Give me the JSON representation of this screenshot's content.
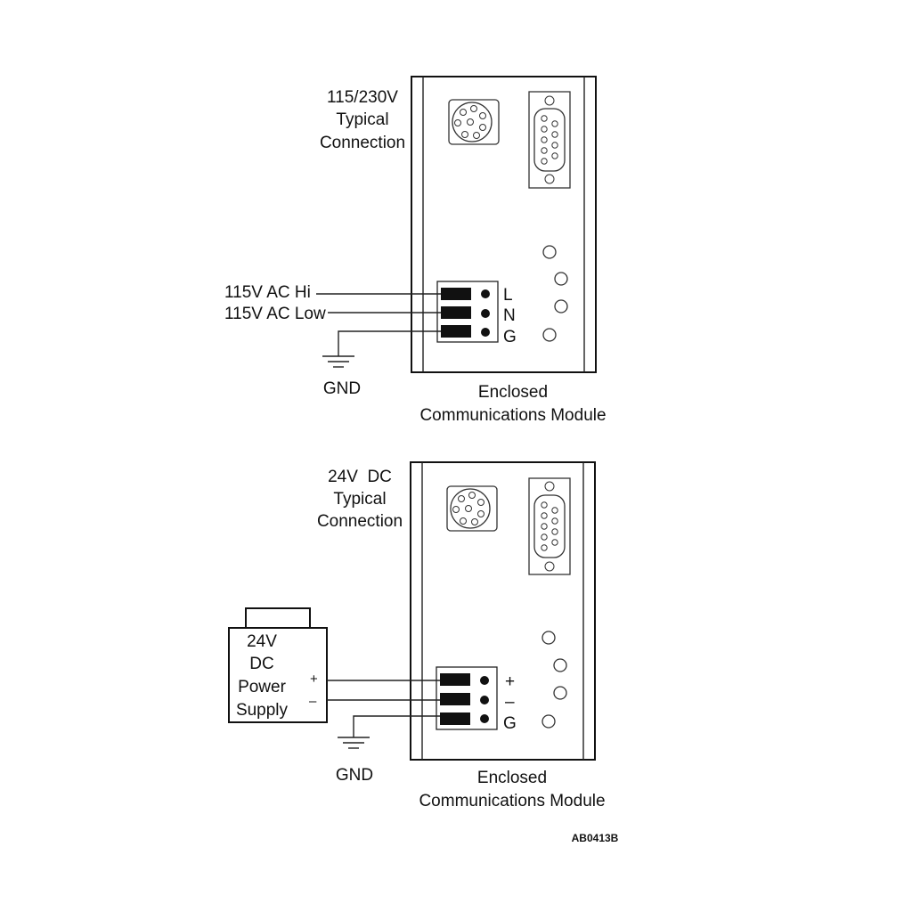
{
  "top": {
    "heading": [
      "115/230V",
      "Typical",
      "Connection"
    ],
    "inputs": [
      "115V AC Hi",
      "115V AC Low"
    ],
    "terminals": [
      "L",
      "N",
      "G"
    ],
    "ground": "GND",
    "module_caption": [
      "Enclosed",
      "Communications Module"
    ]
  },
  "bottom": {
    "heading": [
      "24V  DC",
      "Typical",
      "Connection"
    ],
    "supply_label": [
      "24V",
      "DC",
      "Power",
      "Supply"
    ],
    "supply_plus": "+",
    "supply_minus": "–",
    "terminals": [
      "+",
      "–",
      "G"
    ],
    "ground": "GND",
    "module_caption": [
      "Enclosed",
      "Communications Module"
    ]
  },
  "figure_code": "AB0413B"
}
